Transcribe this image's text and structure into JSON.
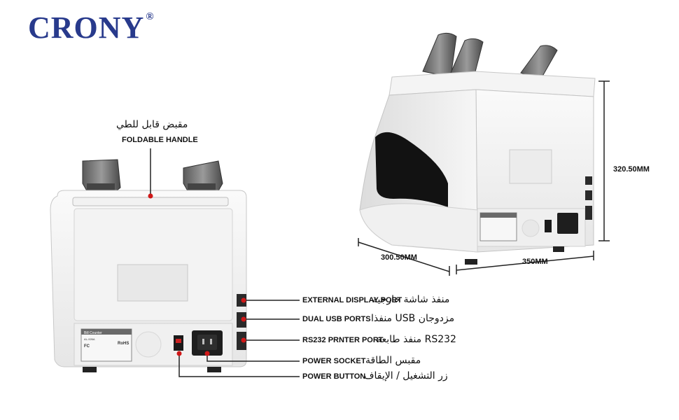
{
  "brand": {
    "name": "CRONY",
    "mark": "®"
  },
  "handle": {
    "label_ar": "مقبض قابل للطي",
    "label_en": "FOLDABLE HANDLE"
  },
  "ports": [
    {
      "en": "EXTERNAL DISPLAY PORT",
      "ar": "منفذ شاشة خارجية"
    },
    {
      "en": "DUAL USB PORTS",
      "ar": "مزدوجان USB منفذا"
    },
    {
      "en": "RS232 PRNTER PORT",
      "ar": "RS232 منفذ طابعة"
    },
    {
      "en": "POWER  SOCKET",
      "ar": "مقبس الطاقة"
    },
    {
      "en": "POWER BUTTON",
      "ar": "زر التشغيل / الإيقاف"
    }
  ],
  "dimensions": {
    "height": "320.50MM",
    "depth": "300.50MM",
    "width": "350MM"
  },
  "device_label": {
    "title": "Bill Counter",
    "model": "AL-926A",
    "cert": "RoHS",
    "fc": "FC"
  }
}
